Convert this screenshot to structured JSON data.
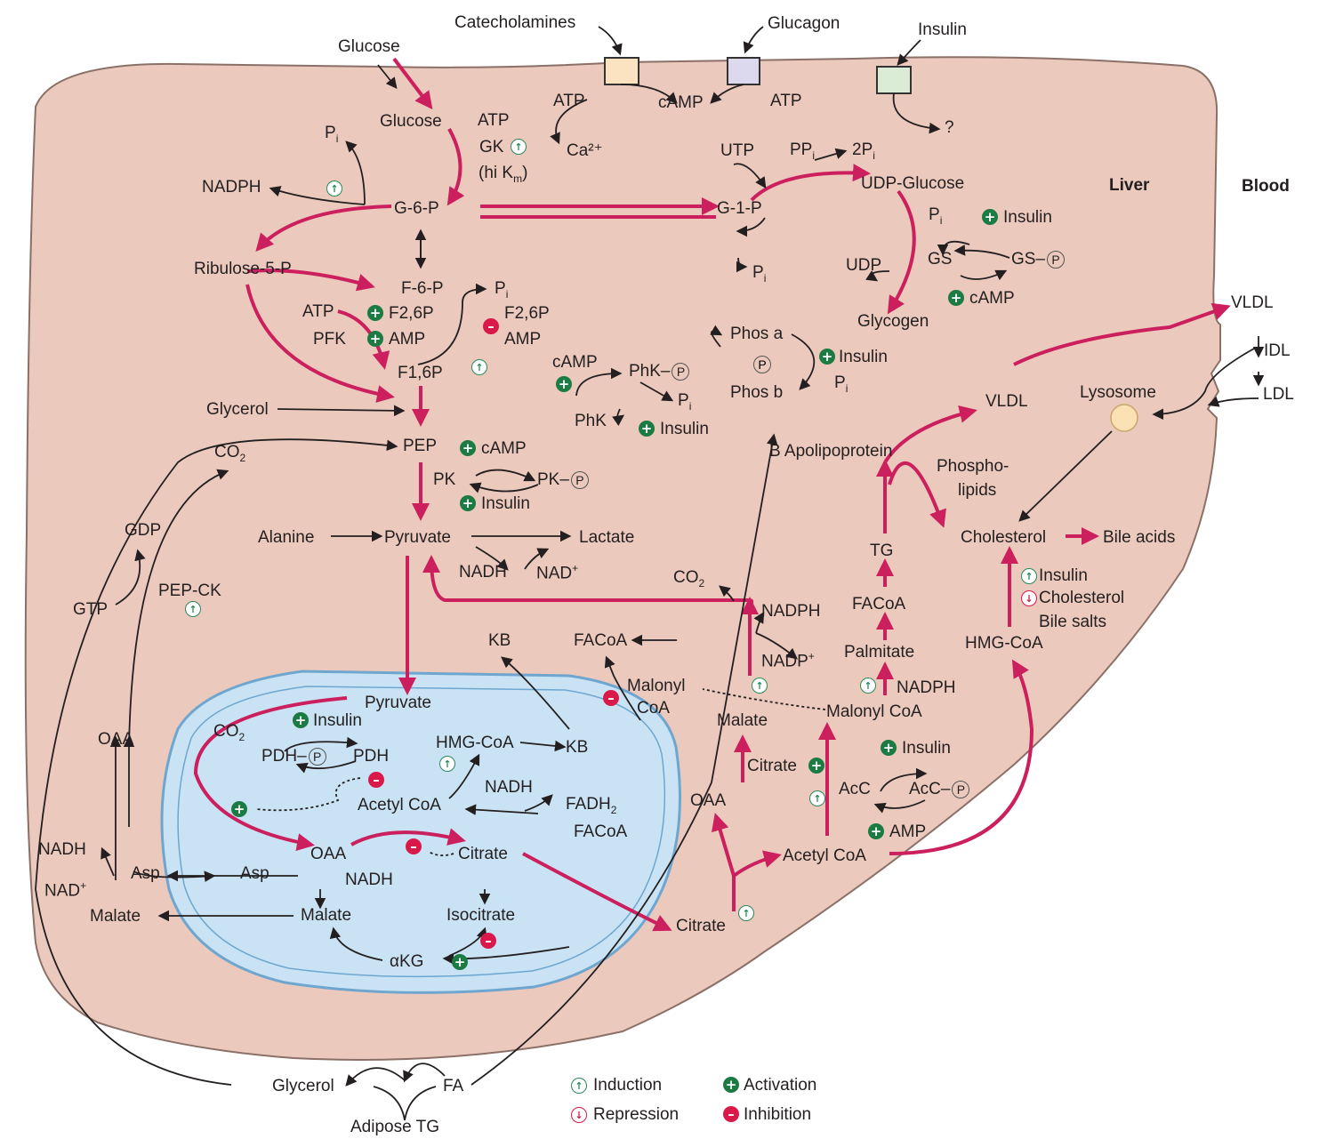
{
  "colors": {
    "cell": "#ecc9bd",
    "cell_border": "#8a7067",
    "mito": "#c9e3f4",
    "mito_border": "#6ea6cf",
    "pathway": "#cc1f5e",
    "arrow": "#231f20",
    "activation": "#1c7a43",
    "inhibition": "#d9194a",
    "receptor_catecholamines": "#fbe3c2",
    "receptor_glucagon": "#dcd9ee",
    "receptor_insulin": "#dbecd6",
    "lysosome": "#fbe1b3"
  },
  "regions": {
    "liver": "Liver",
    "blood": "Blood"
  },
  "hormones": {
    "catecholamines": "Catecholamines",
    "glucagon": "Glucagon",
    "insulin": "Insulin",
    "question": "?"
  },
  "signaling": {
    "atp_left": "ATP",
    "camp": "cAMP",
    "atp_right": "ATP",
    "ca": "Ca²⁺"
  },
  "glycolysis": {
    "glucose_outside": "Glucose",
    "glucose": "Glucose",
    "atp": "ATP",
    "gk": "GK",
    "hi_km": "(hi K",
    "hi_km_sub": "m",
    "hi_km_close": ")",
    "pi": "P",
    "pi_sub": "i",
    "nadph": "NADPH",
    "g6p": "G-6-P",
    "ribulose": "Ribulose-5-P",
    "f6p": "F-6-P",
    "pi2": "P",
    "pi2_sub": "i",
    "atp2": "ATP",
    "f26p_left": "F2,6P",
    "amp_left": "AMP",
    "pfk": "PFK",
    "f26p_right": "F2,6P",
    "amp_right": "AMP",
    "f16p": "F1,6P",
    "glycerol": "Glycerol",
    "pep": "PEP",
    "co2": "CO",
    "co2_sub": "2",
    "camp_pk": "cAMP",
    "pk": "PK",
    "pkp": "PK–",
    "insulin_pk": "Insulin",
    "alanine": "Alanine",
    "pyruvate": "Pyruvate",
    "lactate": "Lactate",
    "nadh": "NADH",
    "nad": "NAD",
    "nad_sup": "+",
    "gdp": "GDP",
    "gtp": "GTP",
    "pepck": "PEP-CK",
    "oaa": "OAA",
    "nadh_left": "NADH",
    "nad_left": "NAD",
    "nad_left_sup": "+",
    "asp_left": "Asp",
    "malate_left": "Malate"
  },
  "glycogen": {
    "g1p": "G-1-P",
    "utp": "UTP",
    "ppi": "PP",
    "ppi_sub": "i",
    "two_pi": "2P",
    "two_pi_sub": "i",
    "udp_glucose": "UDP-Glucose",
    "pi": "P",
    "pi_sub": "i",
    "insulin": "Insulin",
    "udp": "UDP",
    "gs": "GS",
    "gsp": "GS–",
    "pi_g1p": "P",
    "pi_g1p_sub": "i",
    "camp": "cAMP",
    "glycogen": "Glycogen",
    "phos_a": "Phos a",
    "phos_b": "Phos b",
    "insulin_phos": "Insulin",
    "pi_phos": "P",
    "pi_phos_sub": "i",
    "camp_phk": "cAMP",
    "phkp": "PhK–",
    "phk": "PhK",
    "pi_phk": "P",
    "pi_phk_sub": "i",
    "insulin_phk": "Insulin",
    "p_mark": "P"
  },
  "mito": {
    "pyruvate": "Pyruvate",
    "co2": "CO",
    "co2_sub": "2",
    "insulin": "Insulin",
    "pdhp": "PDH–",
    "pdh": "PDH",
    "acetyl_coa": "Acetyl CoA",
    "hmg_coa": "HMG-CoA",
    "kb_inner": "KB",
    "nadh": "NADH",
    "fadh2": "FADH",
    "fadh2_sub": "2",
    "facoa": "FACoA",
    "oaa": "OAA",
    "citrate": "Citrate",
    "asp": "Asp",
    "nadh2": "NADH",
    "malate": "Malate",
    "isocitrate": "Isocitrate",
    "akg": "αKG"
  },
  "lipogenesis": {
    "kb": "KB",
    "facoa_top": "FACoA",
    "malonyl_inh": "Malonyl",
    "malonyl_inh2": "CoA",
    "co2": "CO",
    "co2_sub": "2",
    "nadph": "NADPH",
    "nadp": "NADP",
    "nadp_sup": "+",
    "malate": "Malate",
    "citrate_act": "Citrate",
    "oaa": "OAA",
    "malonyl_coa": "Malonyl CoA",
    "palmitate": "Palmitate",
    "nadph2": "NADPH",
    "facoa": "FACoA",
    "tg": "TG",
    "insulin": "Insulin",
    "acc": "AcC",
    "accp": "AcC–",
    "amp": "AMP",
    "acetyl_coa": "Acetyl CoA",
    "citrate_bottom": "Citrate",
    "vldl": "VLDL",
    "b_apo": "B Apolipoprotein",
    "phospho": "Phospho-",
    "lipids": "lipids",
    "lysosome": "Lysosome",
    "cholesterol": "Cholesterol",
    "bile_acids": "Bile acids",
    "insulin_chol": "Insulin",
    "cholesterol_rep": "Cholesterol",
    "bile_salts": "Bile salts",
    "hmg_coa": "HMG-CoA"
  },
  "blood": {
    "vldl": "VLDL",
    "idl": "IDL",
    "ldl": "LDL"
  },
  "adipose": {
    "glycerol": "Glycerol",
    "fa": "FA",
    "adipose_tg": "Adipose TG"
  },
  "legend": {
    "induction": "Induction",
    "repression": "Repression",
    "activation": "Activation",
    "inhibition": "Inhibition"
  },
  "symbols": {
    "induction": "↑",
    "repression": "↓",
    "activation": "+",
    "inhibition": "–"
  }
}
